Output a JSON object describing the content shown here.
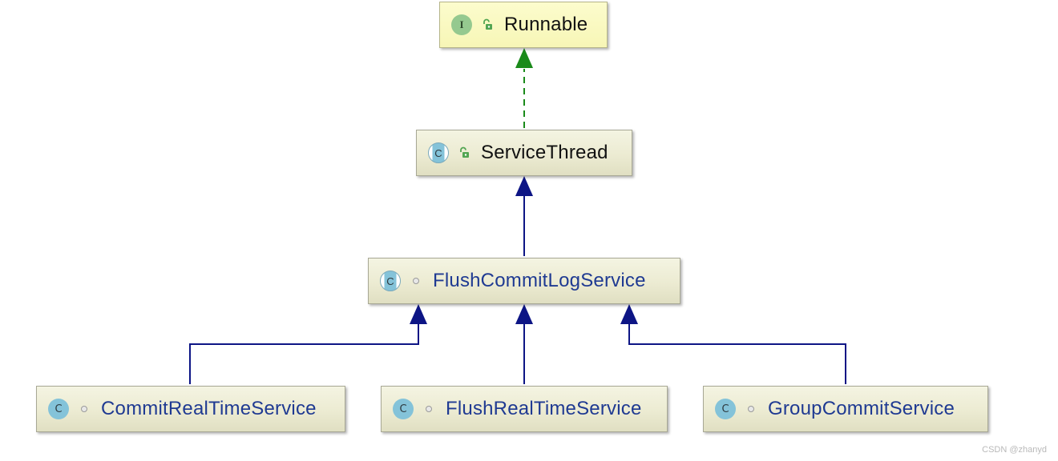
{
  "diagram": {
    "nodes": [
      {
        "id": "runnable",
        "label": "Runnable",
        "kind": "interface",
        "kind_letter": "I",
        "modifier": "public",
        "label_color": "#111111"
      },
      {
        "id": "servicethread",
        "label": "ServiceThread",
        "kind": "abstract-class",
        "kind_letter": "C",
        "modifier": "public",
        "label_color": "#111111"
      },
      {
        "id": "flushcommitlogservice",
        "label": "FlushCommitLogService",
        "kind": "abstract-class",
        "kind_letter": "C",
        "modifier": "package-private",
        "label_color": "#1f3a92"
      },
      {
        "id": "commitrealtimeservice",
        "label": "CommitRealTimeService",
        "kind": "class",
        "kind_letter": "C",
        "modifier": "package-private",
        "label_color": "#1f3a92"
      },
      {
        "id": "flushrealtimeservice",
        "label": "FlushRealTimeService",
        "kind": "class",
        "kind_letter": "C",
        "modifier": "package-private",
        "label_color": "#1f3a92"
      },
      {
        "id": "groupcommitservice",
        "label": "GroupCommitService",
        "kind": "class",
        "kind_letter": "C",
        "modifier": "package-private",
        "label_color": "#1f3a92"
      }
    ],
    "edges": [
      {
        "from": "servicethread",
        "to": "runnable",
        "type": "implements",
        "color": "#1a8a1a"
      },
      {
        "from": "flushcommitlogservice",
        "to": "servicethread",
        "type": "extends",
        "color": "#0d1585"
      },
      {
        "from": "commitrealtimeservice",
        "to": "flushcommitlogservice",
        "type": "extends",
        "color": "#0d1585"
      },
      {
        "from": "flushrealtimeservice",
        "to": "flushcommitlogservice",
        "type": "extends",
        "color": "#0d1585"
      },
      {
        "from": "groupcommitservice",
        "to": "flushcommitlogservice",
        "type": "extends",
        "color": "#0d1585"
      }
    ]
  },
  "watermark": "CSDN @zhanyd"
}
